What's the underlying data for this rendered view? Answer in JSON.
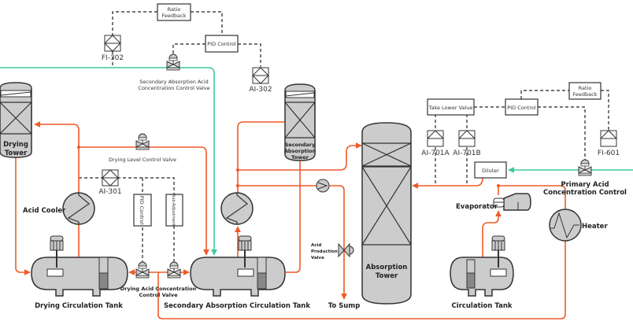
{
  "colors": {
    "acid_line": "#f05a28",
    "water_line": "#3cc9a0",
    "equipment_fill": "#cccccc"
  },
  "controllers": {
    "ratio_feedback_left": [
      "Ratio",
      "Feedback"
    ],
    "pid_left": "PID Control",
    "pid_vertical": "PID Control",
    "sub_adjustment": "Sub-Adjustment",
    "take_lower_value": "Take Lower Value",
    "pid_right": "PID Control",
    "ratio_feedback_right": [
      "Ratio",
      "Feedback"
    ],
    "diluter": "Diluter"
  },
  "instruments": {
    "fi302": "FI-302",
    "ai302": "AI-302",
    "ai301": "AI-301",
    "ai701a": "AI-701A",
    "ai701b": "AI-701B",
    "fi601": "FI-601"
  },
  "valves": {
    "secondary_absorption": [
      "Secondary Absorption Acid",
      "Concentration Control Valve"
    ],
    "drying_level": "Drying Level Control Valve",
    "drying_acid": [
      "Drying Acid Concentration",
      "Control Valve"
    ],
    "acid_production": [
      "Acid",
      "Production",
      "Valve"
    ],
    "primary_acid": [
      "Primary Acid",
      "Concentration Control"
    ]
  },
  "equipment": {
    "drying_tower": [
      "Drying",
      "Tower"
    ],
    "secondary_tower": [
      "Secondary",
      "Absorption",
      "Tower"
    ],
    "absorption_tower": [
      "Absorption",
      "Tower"
    ],
    "acid_cooler": "Acid Cooler",
    "drying_tank": "Drying Circulation Tank",
    "secondary_tank": "Secondary Absorption Circulation Tank",
    "to_sump": "To Sump",
    "evaporator": "Evaporator",
    "heater": "Heater",
    "circulation_tank": "Circulation Tank"
  }
}
